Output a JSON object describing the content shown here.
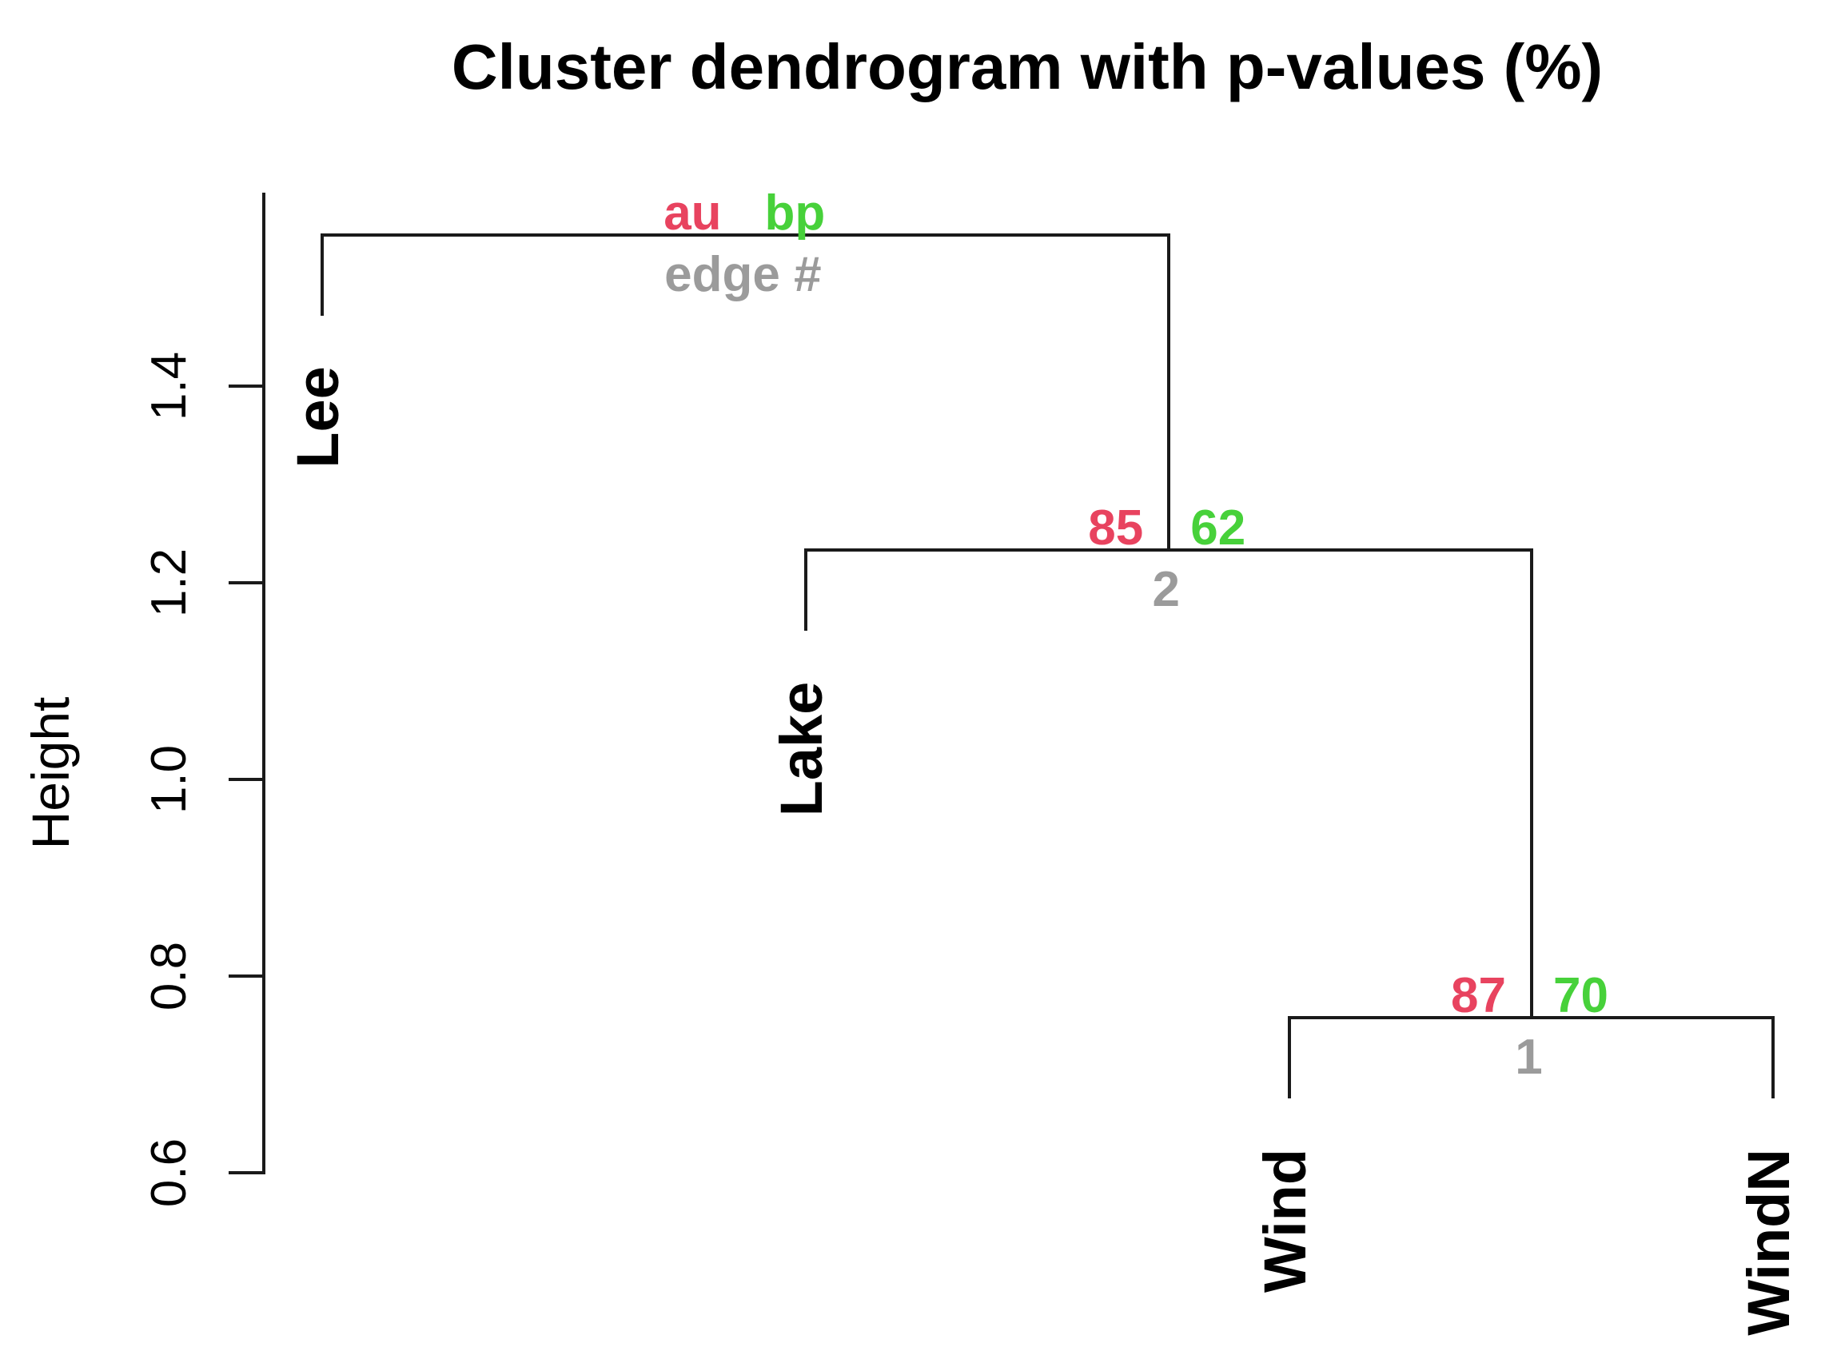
{
  "title": "Cluster dendrogram with p-values (%)",
  "y_axis": {
    "label": "Height",
    "tick_labels": [
      "0.6",
      "0.8",
      "1.0",
      "1.2",
      "1.4"
    ]
  },
  "legend": {
    "au_label": "au",
    "bp_label": "bp",
    "edge_label": "edge #"
  },
  "colors": {
    "au": "#E8435F",
    "bp": "#47D13A",
    "edge_number": "#9B9B9B",
    "line": "#1A1A1A",
    "text": "#000000",
    "background": "#FFFFFF"
  },
  "chart_data": {
    "type": "dendrogram",
    "title": "Cluster dendrogram with p-values (%)",
    "ylabel": "Height",
    "ylim": [
      0.6,
      1.6
    ],
    "yticks": [
      0.6,
      0.8,
      1.0,
      1.2,
      1.4
    ],
    "ytick_labels": [
      "0.6",
      "0.8",
      "1.0",
      "1.2",
      "1.4"
    ],
    "grid": false,
    "legend_position": "root",
    "leaves": [
      "Lee",
      "Lake",
      "Wind",
      "WindN"
    ],
    "leaf_hang": 0.08,
    "merges": [
      {
        "edge": 1,
        "children": [
          "Wind",
          "WindN"
        ],
        "height": 0.758,
        "au": 87,
        "bp": 70,
        "au_label": "87",
        "bp_label": "70",
        "edge_label": "1"
      },
      {
        "edge": 2,
        "children": [
          "Lake",
          "edge:0"
        ],
        "height": 1.233,
        "au": 85,
        "bp": 62,
        "au_label": "85",
        "bp_label": "62",
        "edge_label": "2"
      },
      {
        "edge": 3,
        "children": [
          "Lee",
          "edge:1"
        ],
        "height": 1.554,
        "is_root_legend": true,
        "au_label": "au",
        "bp_label": "bp",
        "edge_label": "edge #"
      }
    ]
  }
}
